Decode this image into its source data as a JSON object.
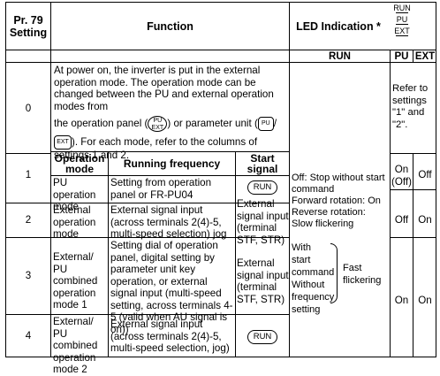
{
  "header": {
    "col1": "Pr. 79 Setting",
    "col2": "Function",
    "col3_title": "LED Indication *",
    "legend": {
      "run": "RUN",
      "pu": "PU",
      "ext": "EXT"
    },
    "sub_run": "RUN",
    "sub_pu": "PU",
    "sub_ext": "EXT"
  },
  "row0": {
    "setting": "0",
    "text_1": "At power on, the inverter is put in the external operation mode. The operation mode can be changed between the PU and external operation modes from",
    "text_2a": "the operation panel (",
    "icon_pu_ext_top": "PU",
    "icon_pu_ext_bottom": "EXT",
    "text_2b": ") or parameter unit (",
    "icon_pu": "PU",
    "text_2c": "/",
    "icon_ext": "EXT",
    "text_3": "). For each mode, refer to the columns of settings 1 and 2.",
    "led_note": "Refer to settings \"1\" and \"2\"."
  },
  "subheader": {
    "op_mode": "Operation mode",
    "run_freq": "Running frequency",
    "start_sig": "Start signal"
  },
  "row1": {
    "setting": "1",
    "op_mode": "PU operation mode",
    "run_freq": "Setting from operation panel or FR-PU04",
    "start_sig": "RUN",
    "pu": "On (Off)",
    "ext": "Off"
  },
  "row2": {
    "setting": "2",
    "op_mode": "External operation mode",
    "run_freq": "External signal input (across terminals 2(4)-5, multi-speed selection) jog",
    "start_sig": "External signal input (terminal STF, STR)",
    "pu": "Off",
    "ext": "On"
  },
  "row3": {
    "setting": "3",
    "op_mode": "External/ PU combined operation mode 1",
    "run_freq": "Setting dial of operation panel, digital setting by parameter unit key operation, or external signal input (multi-speed setting, across terminals 4-5 (valid when AU signal is on))",
    "start_sig": "External signal input (terminal STF, STR)",
    "pu": "On",
    "ext": "On"
  },
  "row4": {
    "setting": "4",
    "op_mode": "External/ PU combined operation mode 2",
    "run_freq": "External signal input (across terminals 2(4)-5, multi-speed selection, jog)",
    "start_sig": "RUN"
  },
  "run_led": {
    "off": "Off: Stop without start command",
    "fwd": "Forward rotation: On",
    "rev": "Reverse rotation: Slow flickering",
    "with_start": "With start command Without frequency setting",
    "fast": "Fast flickering"
  }
}
